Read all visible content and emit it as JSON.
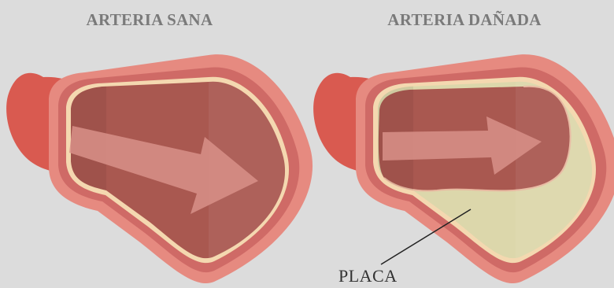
{
  "diagram": {
    "left_title": "ARTERIA SANA",
    "right_title": "ARTERIA DAÑADA",
    "plaque_label": "PLACA",
    "colors": {
      "background": "#dcdcdc",
      "tube": "#d95a50",
      "outer_wall": "#e68a80",
      "middle_wall": "#cf6a66",
      "inner_lining": "#f4d8b0",
      "lumen": "#a95850",
      "plaque": "#dcd7ab",
      "arrow": "#d89088"
    }
  }
}
